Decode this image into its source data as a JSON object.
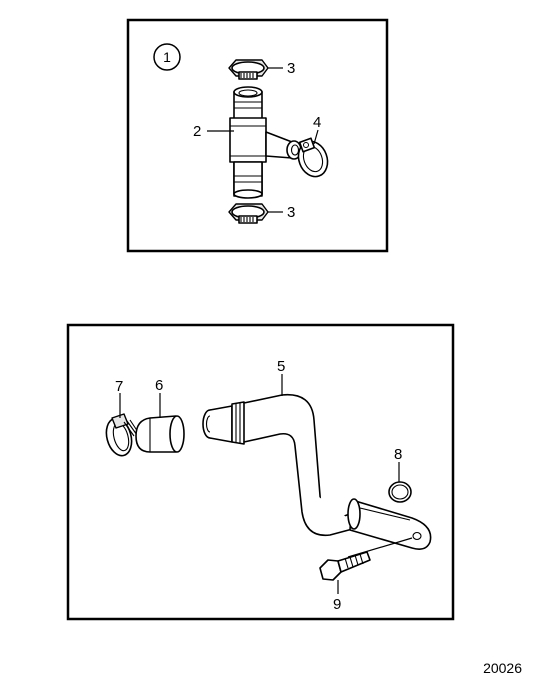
{
  "drawing_number": "20026",
  "view1": {
    "marker": "1",
    "callouts": {
      "clamp_top": "3",
      "tee": "2",
      "clamp_side": "4",
      "clamp_bottom": "3"
    }
  },
  "view2": {
    "callouts": {
      "pipe": "5",
      "cap": "6",
      "clamp": "7",
      "oring": "8",
      "bolt": "9"
    }
  }
}
